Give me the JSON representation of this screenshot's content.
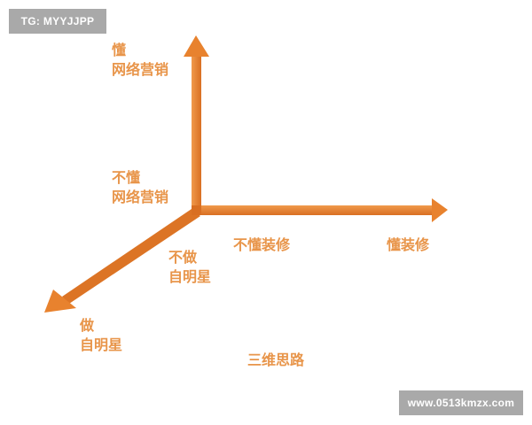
{
  "watermarks": {
    "top_left": "TG: MYYJJPP",
    "bottom_right": "www.0513kmzx.com"
  },
  "labels": {
    "y_top": [
      "懂",
      "网络营销"
    ],
    "y_middle": [
      "不懂",
      "网络营销"
    ],
    "x_near": "不懂装修",
    "x_far": "懂装修",
    "z_near": [
      "不做",
      "自明星"
    ],
    "z_far": [
      "做",
      "自明星"
    ],
    "caption": "三维思路"
  },
  "colors": {
    "arrow": "#e8822e",
    "arrow_shade": "#c9651c",
    "label": "#e8954a",
    "badge_bg": "#a9a9a9"
  }
}
